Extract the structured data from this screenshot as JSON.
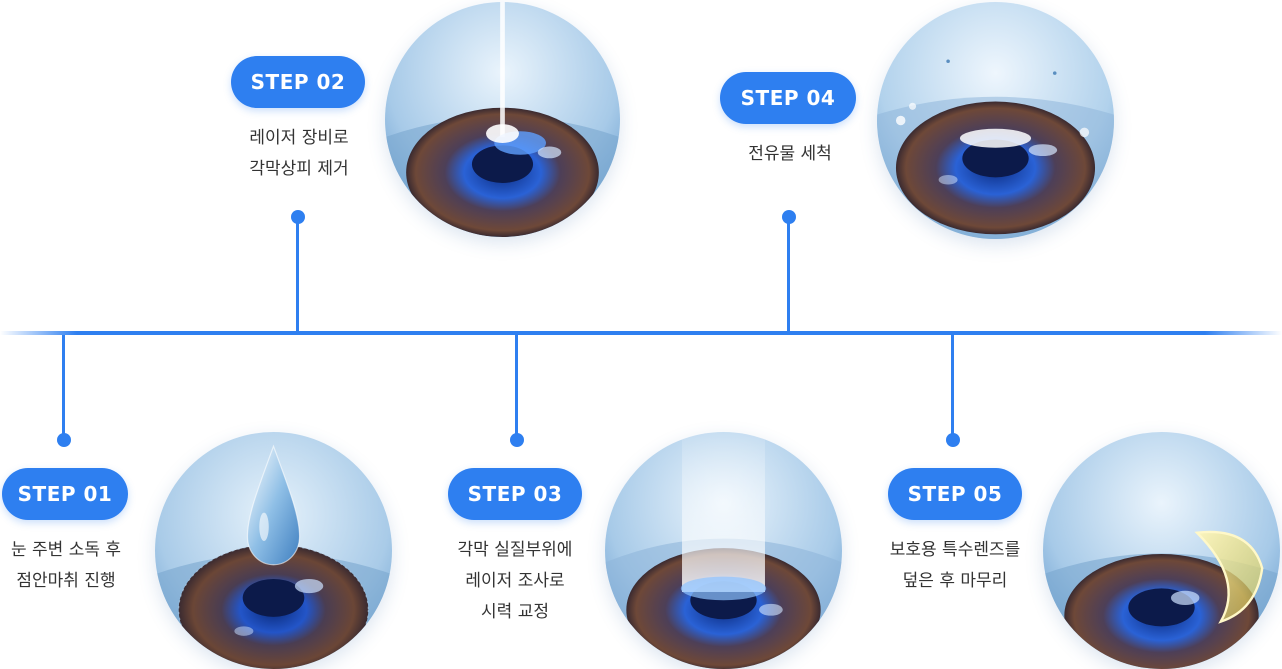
{
  "steps": [
    {
      "badge": "STEP 01",
      "lines": [
        "눈 주변 소독 후",
        "점안마취 진행"
      ],
      "icon": "eye-drop-icon"
    },
    {
      "badge": "STEP 02",
      "lines": [
        "레이저 장비로",
        "각막상피 제거"
      ],
      "icon": "laser-epithelium-icon"
    },
    {
      "badge": "STEP 03",
      "lines": [
        "각막 실질부위에",
        "레이저 조사로",
        "시력 교정"
      ],
      "icon": "laser-correction-icon"
    },
    {
      "badge": "STEP 04",
      "lines": [
        "전유물 세척"
      ],
      "icon": "eye-wash-icon"
    },
    {
      "badge": "STEP 05",
      "lines": [
        "보호용 특수렌즈를",
        "덮은 후 마무리"
      ],
      "icon": "protective-lens-icon"
    }
  ],
  "colors": {
    "accent": "#2e7ff0",
    "text": "#333333"
  }
}
